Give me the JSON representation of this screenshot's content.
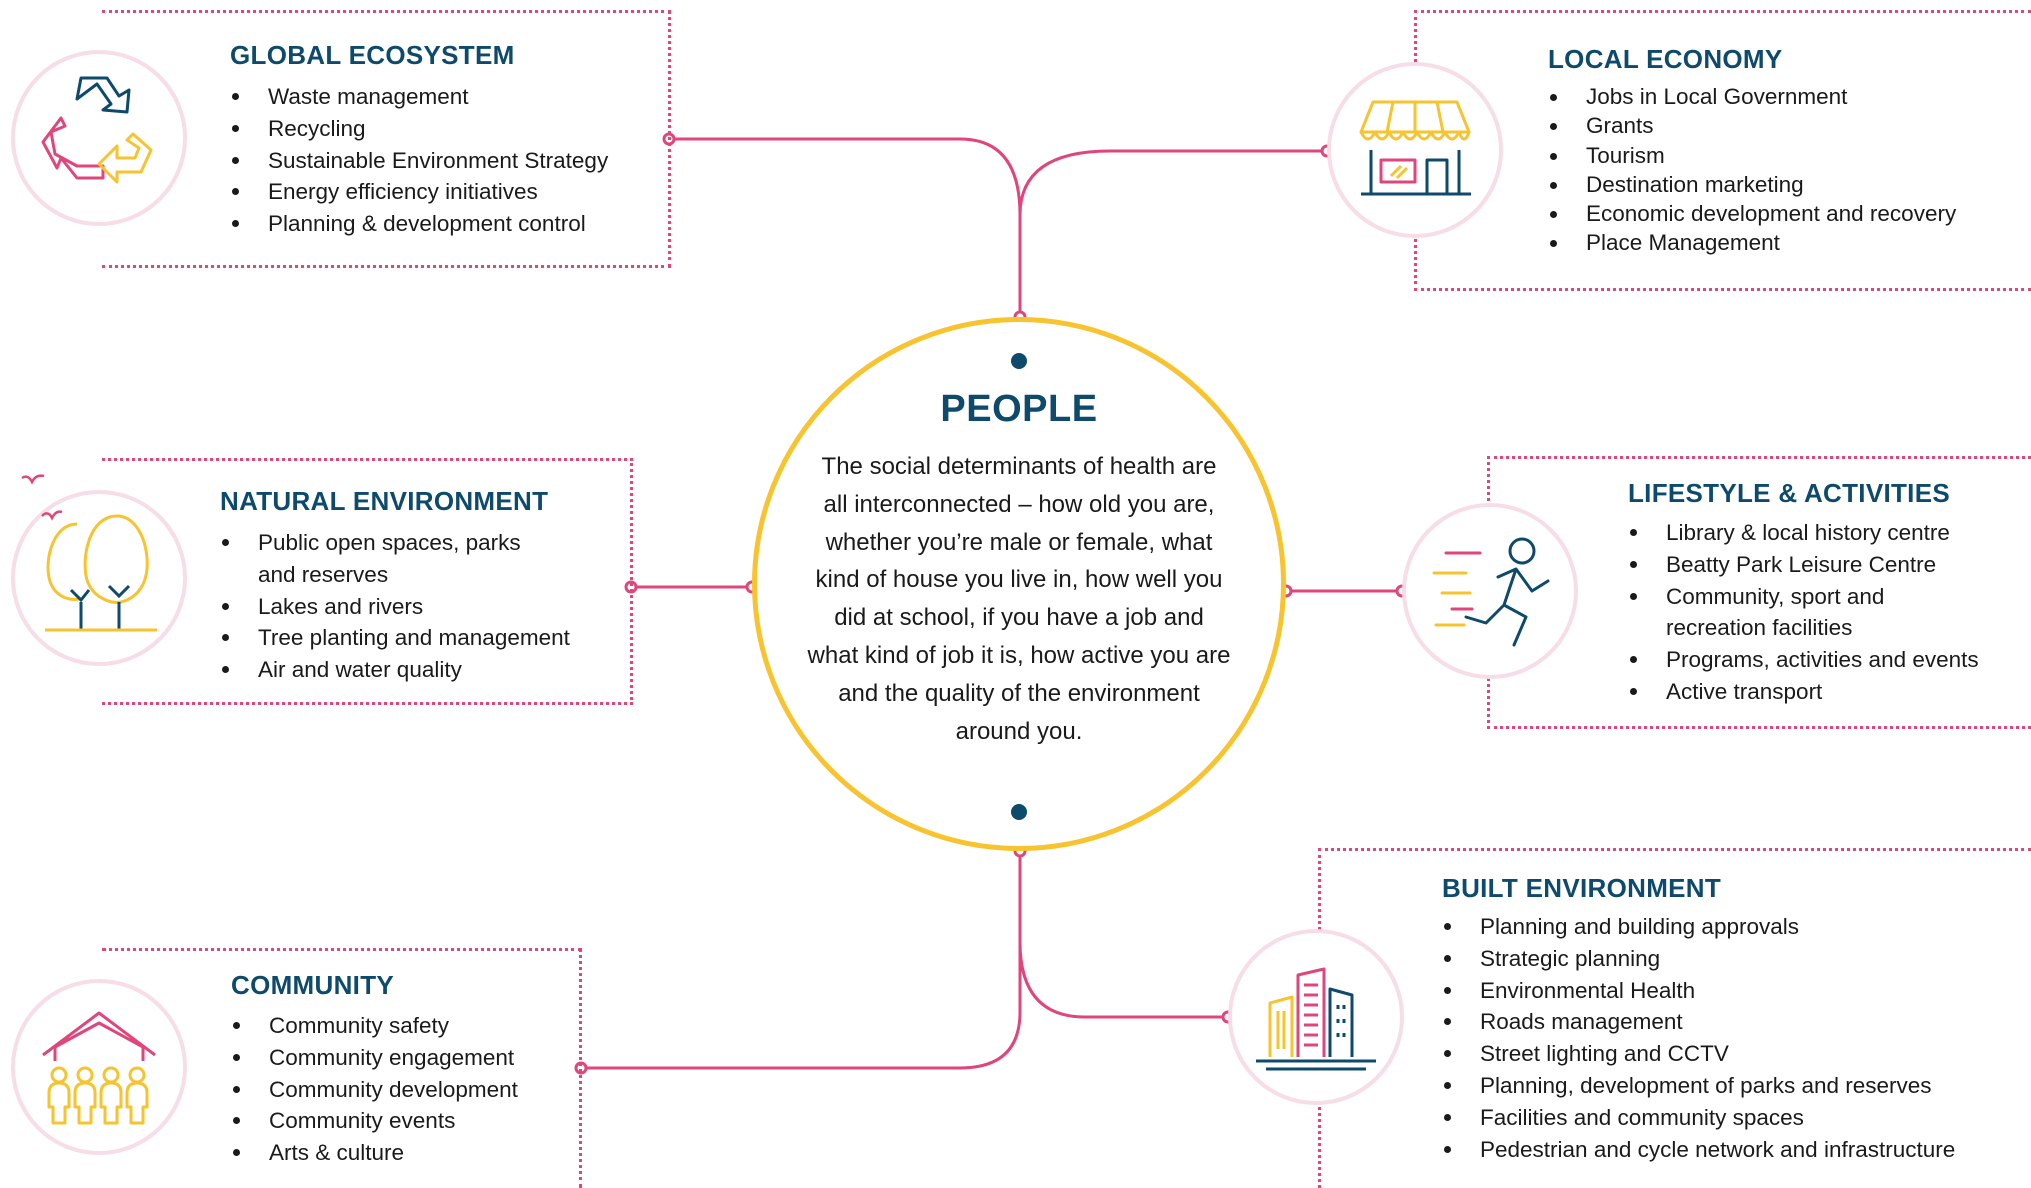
{
  "center": {
    "title": "PEOPLE",
    "text": "The social determinants of health are all interconnected – how old you are, whether you’re male or female, what kind of house you live in, how well you did at school, if you have a job and what kind of job it is, how active you are and the quality of the environment around you."
  },
  "global_ecosystem": {
    "title": "GLOBAL ECOSYSTEM",
    "items": [
      "Waste management",
      "Recycling",
      "Sustainable Environment Strategy",
      "Energy efficiency initiatives",
      "Planning & development control"
    ],
    "icon": "recycle-icon"
  },
  "local_economy": {
    "title": "LOCAL ECONOMY",
    "items": [
      "Jobs in Local Government",
      "Grants",
      "Tourism",
      "Destination marketing",
      "Economic development and recovery",
      "Place Management"
    ],
    "icon": "shopfront-icon"
  },
  "natural_environment": {
    "title": "NATURAL ENVIRONMENT",
    "items": [
      "Public open spaces, parks",
      "and reserves",
      "Lakes and rivers",
      "Tree planting and management",
      "Air and water quality"
    ],
    "icon": "trees-icon"
  },
  "lifestyle_activities": {
    "title": "LIFESTYLE & ACTIVITIES",
    "items": [
      "Library & local history centre",
      "Beatty Park Leisure Centre",
      "Community, sport and",
      "recreation facilities",
      "Programs, activities and events",
      "Active transport"
    ],
    "icon": "runner-icon"
  },
  "community": {
    "title": "COMMUNITY",
    "items": [
      "Community safety",
      "Community engagement",
      "Community development",
      "Community events",
      "Arts & culture"
    ],
    "icon": "people-house-icon"
  },
  "built_environment": {
    "title": "BUILT ENVIRONMENT",
    "items": [
      "Planning and building approvals",
      "Strategic planning",
      "Environmental Health",
      "Roads management",
      "Street lighting and CCTV",
      "Planning, development of parks and reserves",
      "Facilities and community spaces",
      "Pedestrian and cycle network and infrastructure"
    ],
    "icon": "buildings-icon"
  },
  "colors": {
    "pink": "#e0457b",
    "navy": "#0d4a6b",
    "yellow": "#f7c32e",
    "light_pink": "#f7dde6"
  }
}
